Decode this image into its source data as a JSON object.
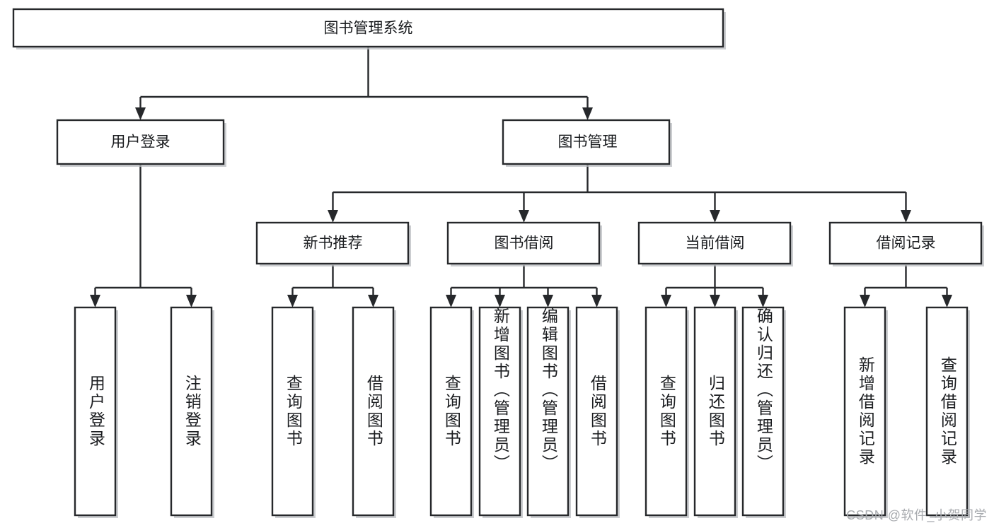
{
  "diagram": {
    "title": "图书管理系统",
    "type": "tree-hierarchy",
    "root": {
      "label": "图书管理系统"
    },
    "level2": [
      {
        "label": "用户登录"
      },
      {
        "label": "图书管理"
      }
    ],
    "level3": [
      {
        "label": "新书推荐"
      },
      {
        "label": "图书借阅"
      },
      {
        "label": "当前借阅"
      },
      {
        "label": "借阅记录"
      }
    ],
    "leaves": [
      {
        "label": "用户登录",
        "parent": "用户登录"
      },
      {
        "label": "注销登录",
        "parent": "用户登录"
      },
      {
        "label": "查询图书",
        "parent": "新书推荐"
      },
      {
        "label": "借阅图书",
        "parent": "新书推荐"
      },
      {
        "label": "查询图书",
        "parent": "图书借阅"
      },
      {
        "label": "新增图书（管理员）",
        "parent": "图书借阅"
      },
      {
        "label": "编辑图书（管理员）",
        "parent": "图书借阅"
      },
      {
        "label": "借阅图书",
        "parent": "图书借阅"
      },
      {
        "label": "查询图书",
        "parent": "当前借阅"
      },
      {
        "label": "归还图书",
        "parent": "当前借阅"
      },
      {
        "label": "确认归还（管理员）",
        "parent": "当前借阅"
      },
      {
        "label": "新增借阅记录",
        "parent": "借阅记录"
      },
      {
        "label": "查询借阅记录",
        "parent": "借阅记录"
      }
    ]
  },
  "watermark": {
    "text": "CSDN @软件_小贺同学"
  },
  "colors": {
    "stroke": "#26282b",
    "fill": "#ffffff",
    "shadow": "#b9bcc0",
    "text": "#1b1d20",
    "watermark": "#a8abaf"
  }
}
